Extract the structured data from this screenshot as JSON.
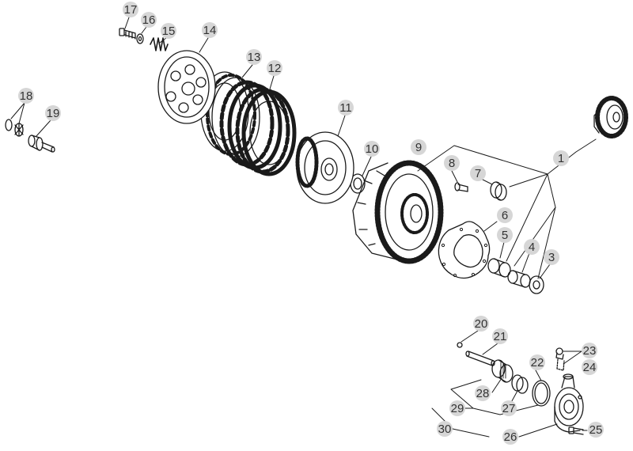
{
  "diagram": {
    "colors": {
      "line": "#1a1a1a",
      "callout_fill": "#d6d6d6",
      "callout_text": "#333333",
      "background": "#ffffff"
    },
    "callouts": [
      "1",
      "3",
      "4",
      "5",
      "6",
      "7",
      "8",
      "9",
      "10",
      "11",
      "12",
      "13",
      "14",
      "15",
      "16",
      "17",
      "18",
      "19",
      "20",
      "21",
      "22",
      "23",
      "24",
      "25",
      "26",
      "27",
      "28",
      "29",
      "30"
    ]
  }
}
